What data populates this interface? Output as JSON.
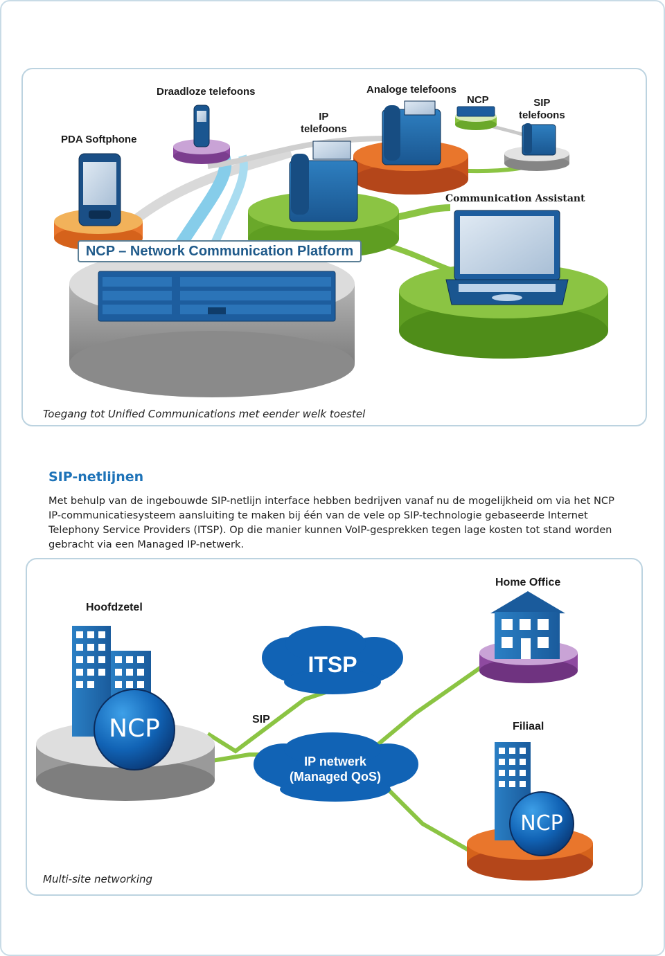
{
  "top_diagram": {
    "labels": {
      "pda": "PDA Softphone",
      "wireless": "Draadloze telefoons",
      "ip_phones": "IP\ntelefoons",
      "analog": "Analoge telefoons",
      "ncp_small": "NCP",
      "sip_phones": "SIP\ntelefoons",
      "comm_assistant": "Communication Assistant"
    },
    "banner": "NCP – Network Communication Platform",
    "caption": "Toegang tot Unified Communications met eender welk toestel"
  },
  "section": {
    "title": "SIP-netlijnen",
    "body": "Met behulp van de ingebouwde SIP-netlijn interface hebben bedrijven vanaf nu de mogelijkheid om via het NCP IP-communicatiesysteem aansluiting te maken bij één van de vele op SIP-technologie gebaseerde Internet Telephony Service Providers (ITSP). Op die manier kunnen VoIP-gesprekken tegen lage kosten tot stand worden gebracht via een Managed IP-netwerk."
  },
  "bottom_diagram": {
    "labels": {
      "hq": "Hoofdzetel",
      "home_office": "Home Office",
      "branch": "Filiaal",
      "sip": "SIP"
    },
    "itsp": "ITSP",
    "ip_network_line1": "IP netwerk",
    "ip_network_line2": "(Managed QoS)",
    "ncp_hq": "NCP",
    "ncp_branch": "NCP",
    "caption": "Multi-site networking"
  },
  "colors": {
    "accent_blue": "#1e73b8",
    "green": "#7fbf3c",
    "orange": "#e9762c",
    "purple": "#8e4aa0",
    "grey": "#9a9a9a",
    "light_blue_band": "#7cc6e6"
  }
}
